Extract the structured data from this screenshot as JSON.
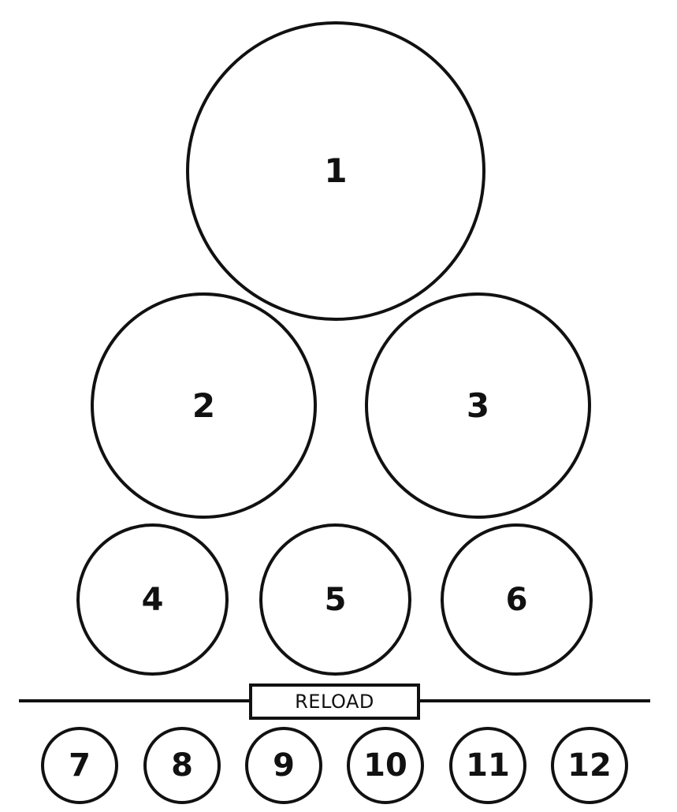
{
  "targets": {
    "t1": "1",
    "t2": "2",
    "t3": "3",
    "t4": "4",
    "t5": "5",
    "t6": "6"
  },
  "reload_label": "RELOAD",
  "ammo": {
    "a7": "7",
    "a8": "8",
    "a9": "9",
    "a10": "10",
    "a11": "11",
    "a12": "12"
  },
  "colors": {
    "stroke": "#111111",
    "background": "#ffffff"
  }
}
